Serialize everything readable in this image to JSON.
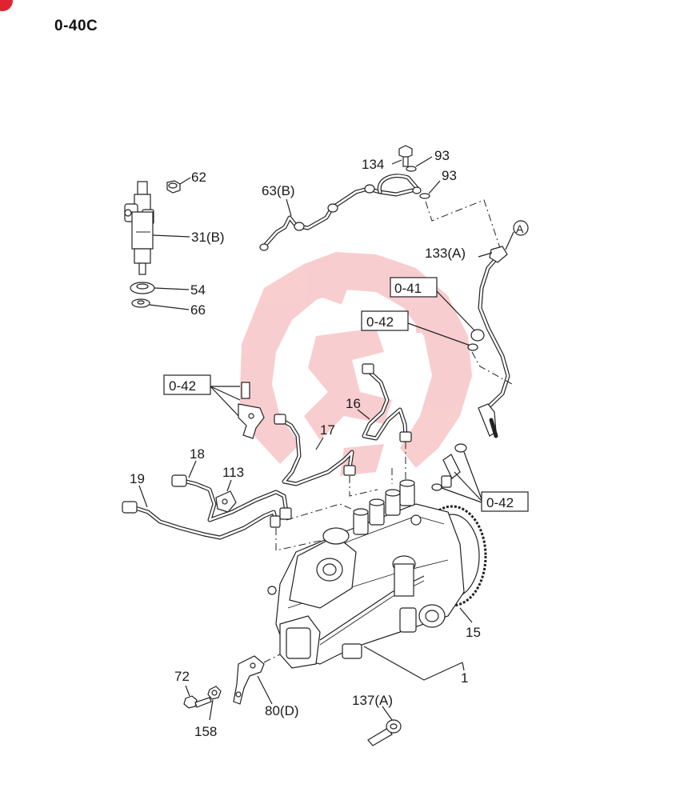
{
  "page_code": "0-40C",
  "callouts": {
    "c62": "62",
    "c31b": "31(B)",
    "c54": "54",
    "c66": "66",
    "c63b": "63(B)",
    "c134": "134",
    "c93a": "93",
    "c93b": "93",
    "cA": "A",
    "c133a": "133(A)",
    "c16": "16",
    "c17": "17",
    "c18": "18",
    "c113": "113",
    "c19": "19",
    "c15": "15",
    "c1": "1",
    "c72": "72",
    "c158": "158",
    "c80d": "80(D)",
    "c137a": "137(A)"
  },
  "refs": {
    "r041": "0-41",
    "r042a": "0-42",
    "r042b": "0-42",
    "r042c": "0-42"
  },
  "colors": {
    "line": "#222222",
    "watermark": "#f3a6a8",
    "badge": "#e0242f"
  }
}
